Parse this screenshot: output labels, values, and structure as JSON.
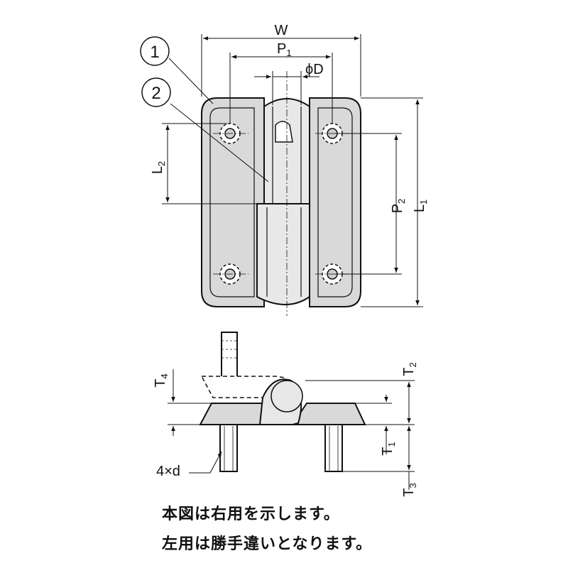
{
  "labels": {
    "part1": "1",
    "part2": "2",
    "w": "W",
    "p1_main": "P",
    "p1_sub": "1",
    "phi_d": "ϕD",
    "l2_main": "L",
    "l2_sub": "2",
    "p2_main": "P",
    "p2_sub": "2",
    "l1_main": "L",
    "l1_sub": "1",
    "t4_main": "T",
    "t4_sub": "4",
    "t2_main": "T",
    "t2_sub": "2",
    "t1_main": "T",
    "t1_sub": "1",
    "t3_main": "T",
    "t3_sub": "3",
    "hole_d": "4×d"
  },
  "notes": {
    "line1": "本図は右用を示します。",
    "line2": "左用は勝手違いとなります。"
  },
  "colors": {
    "plate_fill": "#d9d9d9",
    "knuckle_fill": "#e8e8e8",
    "line": "#111111"
  }
}
